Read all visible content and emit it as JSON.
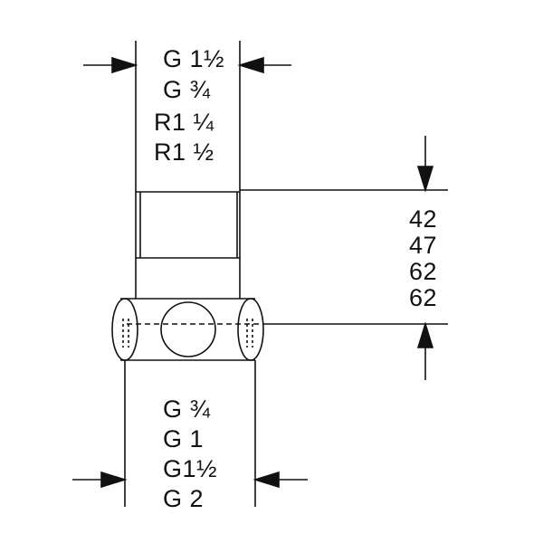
{
  "colors": {
    "line": "#111111",
    "background": "#ffffff"
  },
  "top_thread_sizes": [
    "G 1½",
    "G ¾",
    "R1 ¼",
    "R1 ½"
  ],
  "height_dimensions": [
    "42",
    "47",
    "62",
    "62"
  ],
  "bottom_thread_sizes": [
    "G ¾",
    "G 1",
    "G1½",
    "G 2"
  ]
}
